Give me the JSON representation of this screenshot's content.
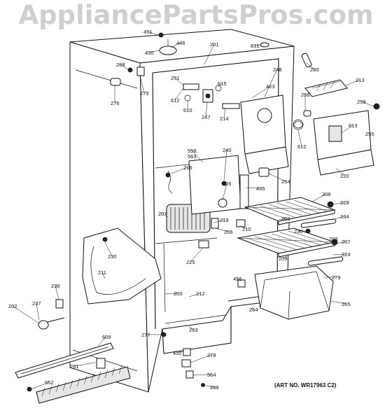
{
  "watermark": "AppliancePartsPros.com",
  "art_number": "(ART NO. WR17963 C2)",
  "labels": [
    "201",
    "831",
    "451",
    "446",
    "450",
    "268",
    "275",
    "276",
    "280",
    "213",
    "251",
    "615",
    "612",
    "610",
    "247",
    "248",
    "423",
    "256",
    "259",
    "255",
    "613",
    "612",
    "214",
    "558,\n563",
    "240",
    "216",
    "435",
    "254",
    "220",
    "205",
    "208",
    "228",
    "207",
    "209",
    "234",
    "219",
    "210",
    "230",
    "206",
    "208",
    "207",
    "209",
    "224",
    "230",
    "225",
    "211",
    "279",
    "236",
    "456",
    "200",
    "212",
    "265",
    "237",
    "264",
    "202",
    "293",
    "277",
    "609",
    "452",
    "278",
    "261",
    "564",
    "552",
    "288"
  ]
}
